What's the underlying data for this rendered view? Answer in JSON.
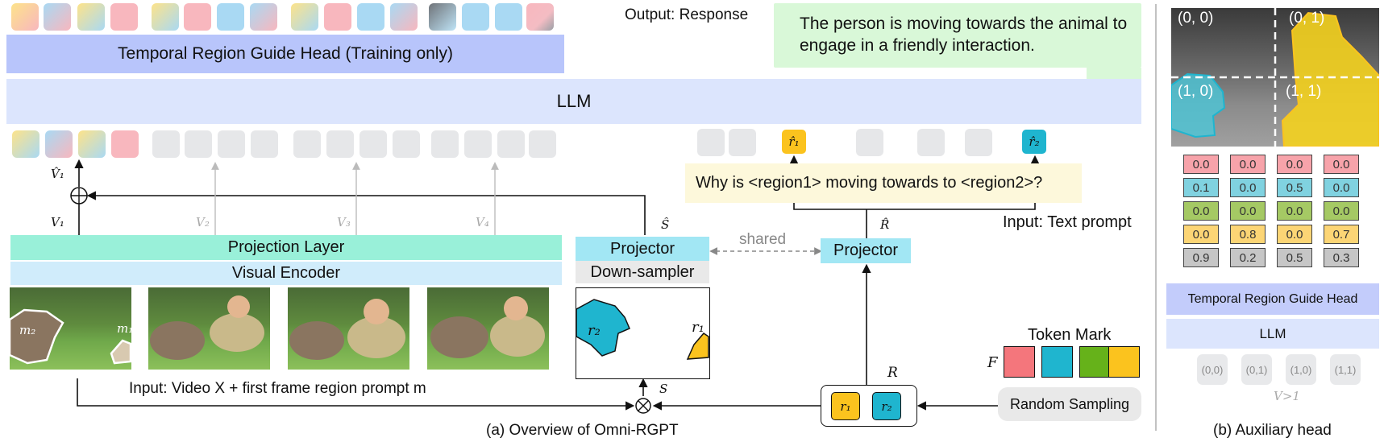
{
  "output_label": "Output: Response",
  "response_text": "The person is moving towards the animal to engage in a friendly interaction.",
  "trgh_label": "Temporal Region Guide Head (Training only)",
  "llm_label": "LLM",
  "question_text": "Why is <region1> moving towards to <region2>?",
  "input_text_prompt": "Input: Text prompt",
  "projection_layer": "Projection Layer",
  "visual_encoder": "Visual Encoder",
  "projector_left": "Projector",
  "down_sampler": "Down-sampler",
  "shared_label": "shared",
  "projector_right": "Projector",
  "token_mark_label": "Token Mark",
  "f_label": "F",
  "random_sampling": "Random Sampling",
  "input_video": "Input: Video X + first frame region prompt m",
  "caption_a": "(a) Overview of Omni-RGPT",
  "caption_b": "(b) Auxiliary head",
  "math": {
    "v1_hat": "V̂₁",
    "v1": "V₁",
    "v2": "V₂",
    "v3": "V₃",
    "v4": "V₄",
    "s_hat": "Ŝ",
    "s": "S",
    "r_hat": "R̂",
    "r": "R",
    "r1_hat": "r̂₁",
    "r2_hat": "r̂₂",
    "r1": "r₁",
    "r2": "r₂",
    "m1": "m₁",
    "m2": "m₂",
    "vgt1": "V>1"
  },
  "token_mark_colors": [
    "#f4767c",
    "#1fb5cf",
    "#66b21a",
    "#fbc31e"
  ],
  "aux": {
    "quadrants": [
      "(0, 0)",
      "(0, 1)",
      "(1, 0)",
      "(1, 1)"
    ],
    "table": [
      [
        "0.0",
        "0.0",
        "0.0",
        "0.0"
      ],
      [
        "0.1",
        "0.0",
        "0.5",
        "0.0"
      ],
      [
        "0.0",
        "0.0",
        "0.0",
        "0.0"
      ],
      [
        "0.0",
        "0.8",
        "0.0",
        "0.7"
      ],
      [
        "0.9",
        "0.2",
        "0.5",
        "0.3"
      ]
    ],
    "row_colors": [
      "#f7a3aa",
      "#80d2e0",
      "#a5c964",
      "#fcd575",
      "#c6c6c6"
    ],
    "trgh": "Temporal Region Guide Head",
    "llm": "LLM",
    "tokens": [
      "(0,0)",
      "(0,1)",
      "(1,0)",
      "(1,1)"
    ]
  }
}
